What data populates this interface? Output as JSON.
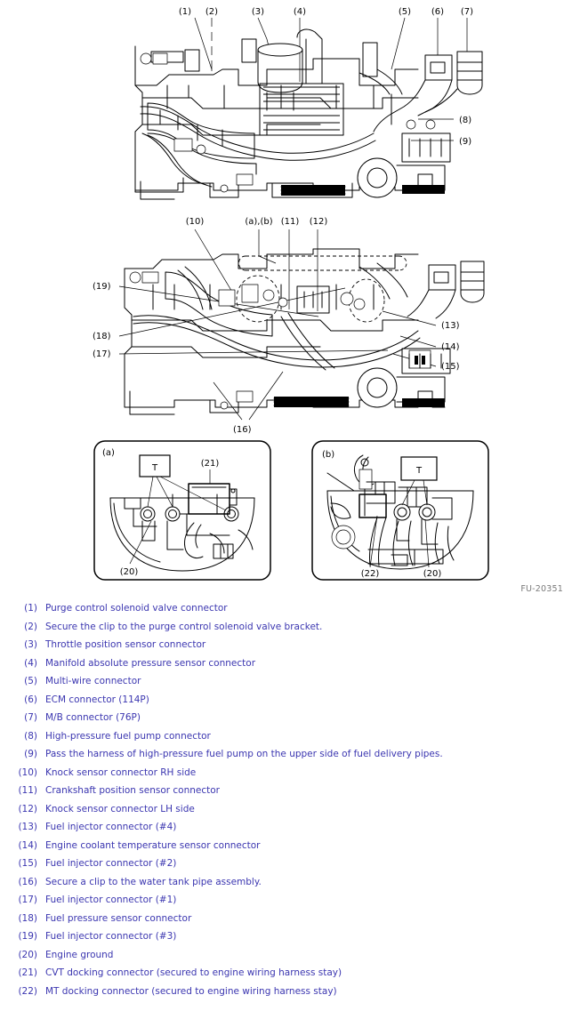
{
  "figure": {
    "code": "FU-20351",
    "top_diagram": {
      "name": "engine-wiring-harness-view-1",
      "callouts": [
        {
          "id": "1",
          "label": "(1)"
        },
        {
          "id": "2",
          "label": "(2)"
        },
        {
          "id": "3",
          "label": "(3)"
        },
        {
          "id": "4",
          "label": "(4)"
        },
        {
          "id": "5",
          "label": "(5)"
        },
        {
          "id": "6",
          "label": "(6)"
        },
        {
          "id": "7",
          "label": "(7)"
        },
        {
          "id": "8",
          "label": "(8)"
        },
        {
          "id": "9",
          "label": "(9)"
        }
      ]
    },
    "bottom_diagram": {
      "name": "engine-wiring-harness-view-2",
      "callouts": [
        {
          "id": "10",
          "label": "(10)"
        },
        {
          "id": "ab",
          "label": "(a),(b)"
        },
        {
          "id": "11",
          "label": "(11)"
        },
        {
          "id": "12",
          "label": "(12)"
        },
        {
          "id": "13",
          "label": "(13)"
        },
        {
          "id": "14",
          "label": "(14)"
        },
        {
          "id": "15",
          "label": "(15)"
        },
        {
          "id": "16",
          "label": "(16)"
        },
        {
          "id": "17",
          "label": "(17)"
        },
        {
          "id": "18",
          "label": "(18)"
        },
        {
          "id": "19",
          "label": "(19)"
        }
      ]
    },
    "detail_a": {
      "name": "detail-view-a",
      "title": "(a)",
      "torque_symbol": "T",
      "callouts": [
        {
          "id": "21",
          "label": "(21)"
        },
        {
          "id": "20",
          "label": "(20)"
        }
      ]
    },
    "detail_b": {
      "name": "detail-view-b",
      "title": "(b)",
      "torque_symbol": "T",
      "callouts": [
        {
          "id": "22",
          "label": "(22)"
        },
        {
          "id": "20",
          "label": "(20)"
        }
      ]
    }
  },
  "legend": {
    "items": [
      {
        "num": "(1)",
        "text": "Purge control solenoid valve connector"
      },
      {
        "num": "(2)",
        "text": "Secure the clip to the purge control solenoid valve bracket."
      },
      {
        "num": "(3)",
        "text": "Throttle position sensor connector"
      },
      {
        "num": "(4)",
        "text": "Manifold absolute pressure sensor connector"
      },
      {
        "num": "(5)",
        "text": "Multi-wire connector"
      },
      {
        "num": "(6)",
        "text": "ECM connector (114P)"
      },
      {
        "num": "(7)",
        "text": "M/B connector (76P)"
      },
      {
        "num": "(8)",
        "text": "High-pressure fuel pump connector"
      },
      {
        "num": "(9)",
        "text": "Pass the harness of high-pressure fuel pump on the upper side of fuel delivery pipes."
      },
      {
        "num": "(10)",
        "text": "Knock sensor connector RH side"
      },
      {
        "num": "(11)",
        "text": "Crankshaft position sensor connector"
      },
      {
        "num": "(12)",
        "text": "Knock sensor connector LH side"
      },
      {
        "num": "(13)",
        "text": "Fuel injector connector (#4)"
      },
      {
        "num": "(14)",
        "text": "Engine coolant temperature sensor connector"
      },
      {
        "num": "(15)",
        "text": "Fuel injector connector (#2)"
      },
      {
        "num": "(16)",
        "text": "Secure a clip to the water tank pipe assembly."
      },
      {
        "num": "(17)",
        "text": "Fuel injector connector (#1)"
      },
      {
        "num": "(18)",
        "text": "Fuel pressure sensor connector"
      },
      {
        "num": "(19)",
        "text": "Fuel injector connector (#3)"
      },
      {
        "num": "(20)",
        "text": "Engine ground"
      },
      {
        "num": "(21)",
        "text": "CVT docking connector (secured to engine wiring harness stay)"
      },
      {
        "num": "(22)",
        "text": "MT docking connector (secured to engine wiring harness stay)"
      }
    ]
  },
  "colors": {
    "legend_text": "#3b36b0",
    "line_art": "#000000",
    "figure_code": "#7a7a7a",
    "background": "#ffffff"
  }
}
